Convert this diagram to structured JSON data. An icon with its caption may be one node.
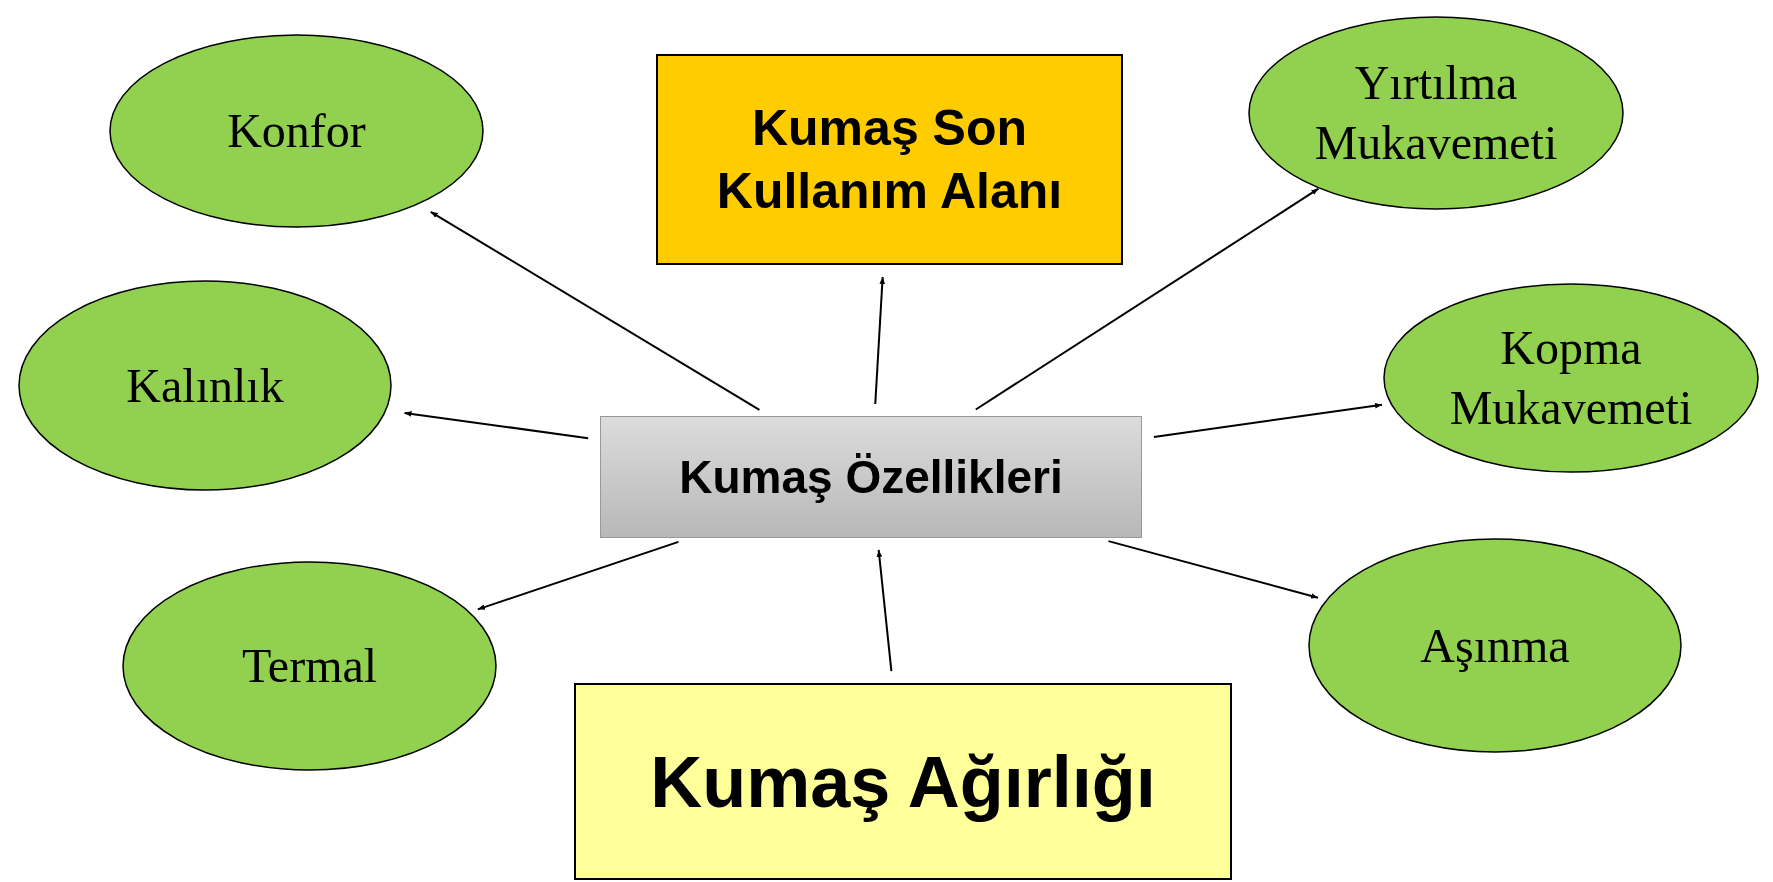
{
  "diagram": {
    "nodes": [
      {
        "text": [
          "Konfor"
        ]
      },
      {
        "text": [
          "Kumaş Son Kullanım Alanı"
        ]
      },
      {
        "text": [
          "Yırtılma Mukavemeti"
        ]
      },
      {
        "text": [
          "Kalınlık"
        ]
      },
      {
        "text": [
          "Kumaş Özellikleri"
        ]
      },
      {
        "text": [
          "Kopma Mukavemeti"
        ]
      },
      {
        "text": [
          "Termal"
        ]
      },
      {
        "text": [
          "Aşınma"
        ]
      },
      {
        "text": [
          "Kumaş Ağırlığı"
        ]
      }
    ],
    "edges": [
      {
        "from": 4,
        "to": 0,
        "arrow": "to"
      },
      {
        "from": 4,
        "to": 1,
        "arrow": "to"
      },
      {
        "from": 4,
        "to": 2,
        "arrow": "to"
      },
      {
        "from": 4,
        "to": 3,
        "arrow": "to"
      },
      {
        "from": 4,
        "to": 5,
        "arrow": "to"
      },
      {
        "from": 4,
        "to": 6,
        "arrow": "to"
      },
      {
        "from": 4,
        "to": 7,
        "arrow": "to"
      },
      {
        "from": 8,
        "to": 4,
        "arrow": "to"
      }
    ]
  }
}
